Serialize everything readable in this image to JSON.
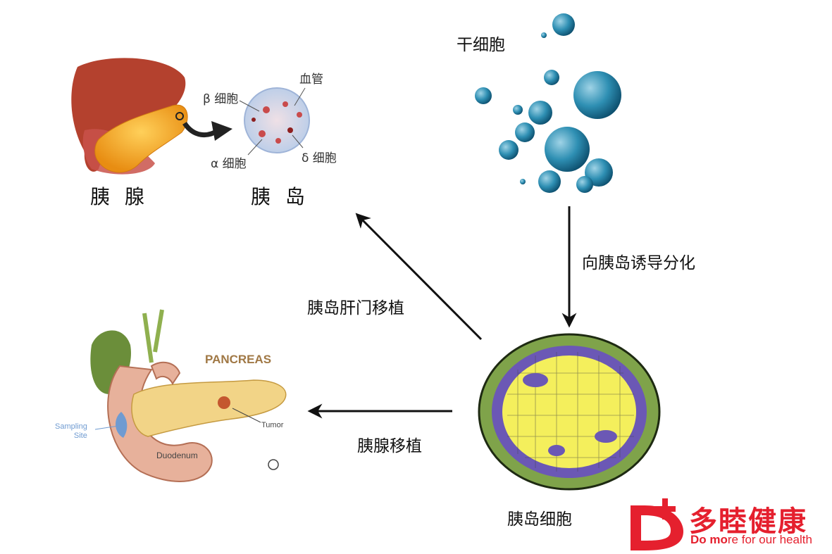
{
  "top_left": {
    "pancreas_label": "胰 腺",
    "islet_label": "胰 岛",
    "beta_cell": "β 细胞",
    "alpha_cell": "α 细胞",
    "delta_cell": "δ 细胞",
    "blood_vessel": "血管"
  },
  "stem_cell": {
    "label": "干细胞"
  },
  "arrows": {
    "differentiation": "向胰岛诱导分化",
    "portal_transplant": "胰岛肝门移植",
    "pancreas_transplant": "胰腺移植"
  },
  "islet_cells": {
    "label": "胰岛细胞"
  },
  "anatomy": {
    "title": "PANCREAS",
    "sampling_site": "Sampling\nSite",
    "tumor": "Tumor",
    "duodenum": "Duodenum"
  },
  "brand": {
    "name_cn": "多睦健康",
    "slogan_bold": "Do mo",
    "slogan_rest": "re for our health",
    "logo_letter": "D",
    "colors": {
      "primary": "#e5202e"
    }
  }
}
